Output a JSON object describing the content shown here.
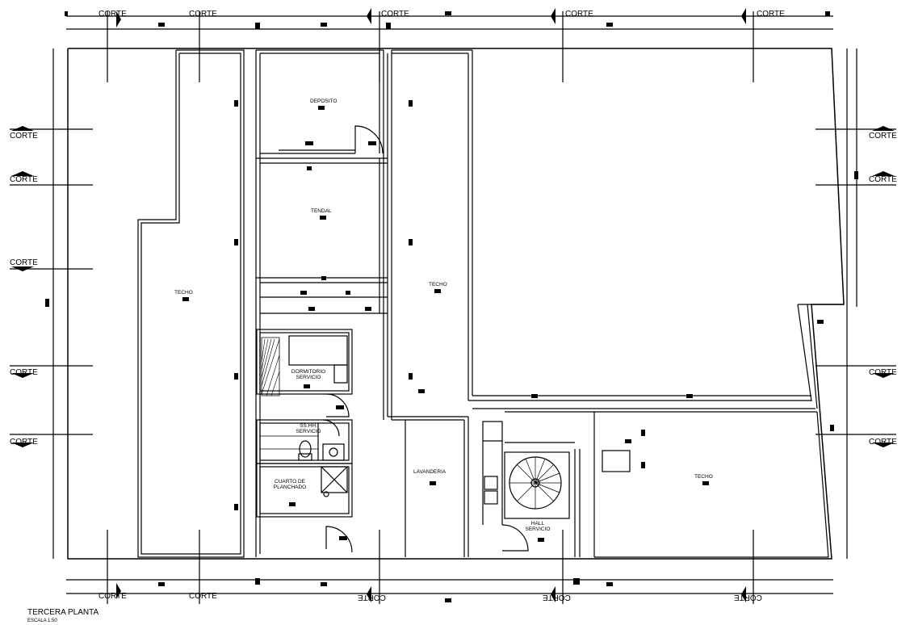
{
  "title": "TERCERA PLANTA",
  "scale": "ESCALA 1:50",
  "section_marker": "CORTE",
  "rooms": {
    "deposito": "DEPOSITO",
    "tendal": "TENDAL",
    "techo": "TECHO",
    "dormitorio": "DORMITORIO SERVICIO",
    "sshh": "SS.HH. SERVICIO",
    "cuarto": "CUARTO DE PLANCHADO",
    "lavanderia": "LAVANDERIA",
    "hall": "HALL SERVICIO"
  }
}
